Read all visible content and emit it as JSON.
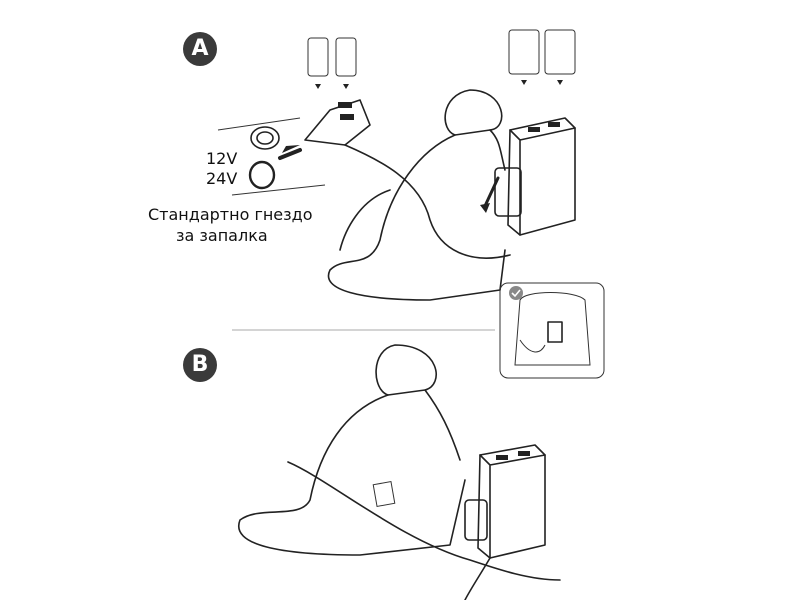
{
  "steps": {
    "a": "A",
    "b": "B"
  },
  "socket": {
    "voltage_1": "12V",
    "voltage_2": "24V",
    "caption_line1": "Стандартно гнездо",
    "caption_line2": "за запалка"
  }
}
